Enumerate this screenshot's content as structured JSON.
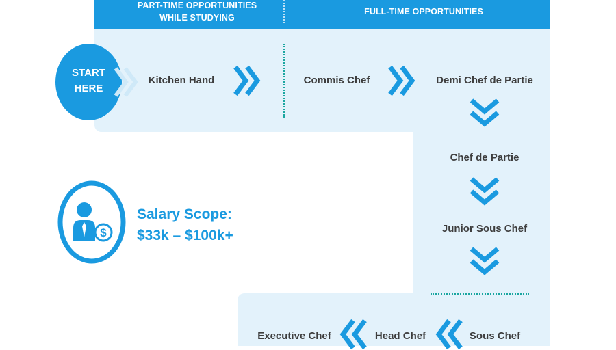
{
  "header": {
    "part_time_label": "PART-TIME OPPORTUNITIES\nWHILE STUDYING",
    "full_time_label": "FULL-TIME OPPORTUNITIES"
  },
  "start": {
    "line1": "START",
    "line2": "HERE"
  },
  "steps": {
    "kitchen_hand": "Kitchen Hand",
    "commis_chef": "Commis Chef",
    "demi_chef_de_partie": "Demi Chef de Partie",
    "chef_de_partie": "Chef de Partie",
    "junior_sous_chef": "Junior Sous Chef",
    "sous_chef": "Sous Chef",
    "head_chef": "Head Chef",
    "executive_chef": "Executive Chef"
  },
  "salary": {
    "label": "Salary Scope:",
    "range": "$33k – $100k+",
    "icon": "person-salary-icon"
  },
  "colors": {
    "accent": "#1a9ae0",
    "panel": "#e3f2fb",
    "divider": "#1aa6a0",
    "text": "#3d3d3d"
  }
}
